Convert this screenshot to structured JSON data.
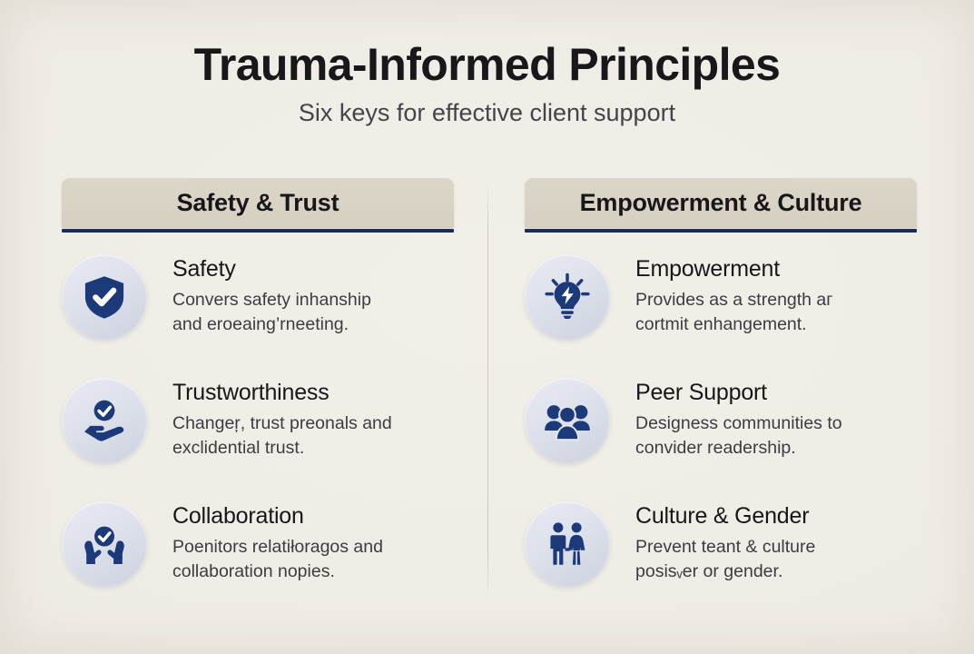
{
  "header": {
    "title": "Trauma-Informed Principles",
    "subtitle": "Six keys for effective client support"
  },
  "colors": {
    "background": "#efece5",
    "header_band": "#d8d2c5",
    "accent_underline": "#1c2a63",
    "icon_navy": "#1c3a7a",
    "title_text": "#18181a",
    "body_text": "#3c3c42"
  },
  "columns": [
    {
      "id": "safety-and-trust",
      "heading": "Safety & Trust",
      "items": [
        {
          "icon": "shield-check-icon",
          "title": "Safety",
          "desc_line1": "Convers safety inhanship",
          "desc_line2": "and eroeaing’rneeting."
        },
        {
          "icon": "hand-holding-check-icon",
          "title": "Trustworthiness",
          "desc_line1": "Changeŗ, trust preonals and",
          "desc_line2": "exclidential trust."
        },
        {
          "icon": "hands-holding-check-icon",
          "title": "Collaboration",
          "desc_line1": "Poenitors relatiłoragos and",
          "desc_line2": "collaboration nopies."
        }
      ]
    },
    {
      "id": "empowerment-and-culture",
      "heading": "Empowerment & Culture",
      "items": [
        {
          "icon": "lightbulb-bolt-icon",
          "title": "Empowerment",
          "desc_line1": "Provides as a strength aг",
          "desc_line2": "cortmit enhangement."
        },
        {
          "icon": "people-group-icon",
          "title": "Peer Support",
          "desc_line1": "Designess communities to",
          "desc_line2": "convider readership."
        },
        {
          "icon": "man-woman-pair-icon",
          "title": "Culture & Gender",
          "desc_line1": "Prevent teant & culture",
          "desc_line2": "posisᵥer or gender."
        }
      ]
    }
  ]
}
